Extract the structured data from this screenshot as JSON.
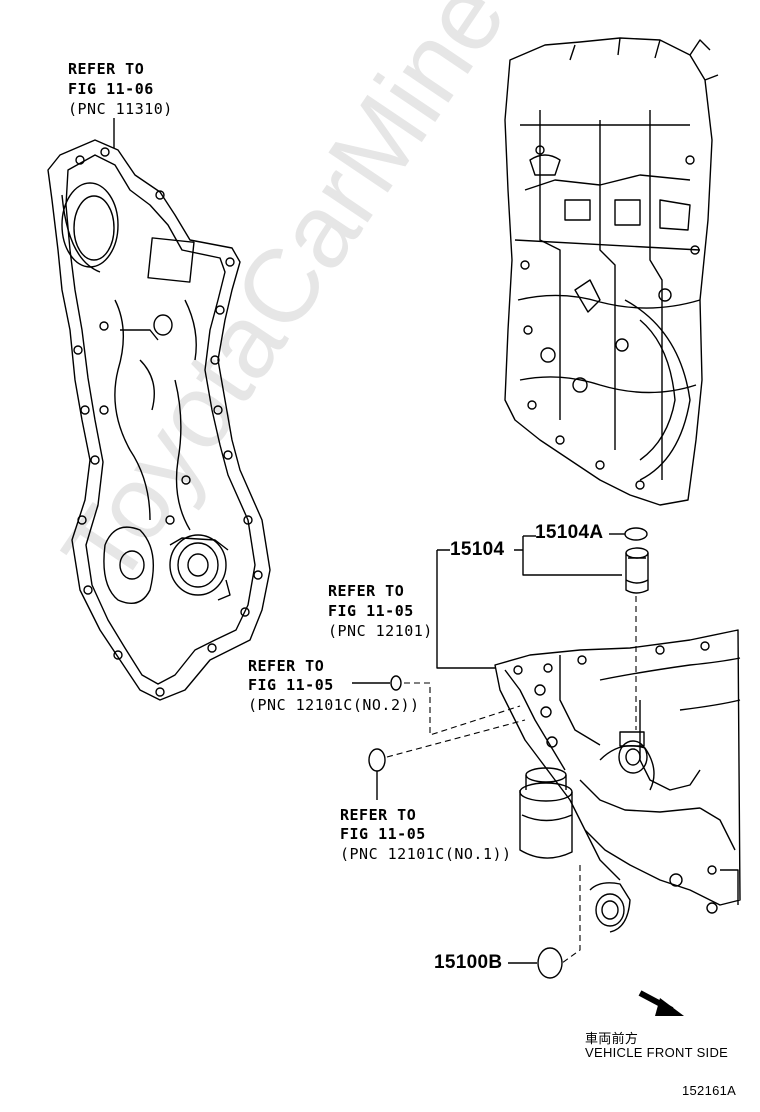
{
  "watermark": "ToyotaCarMine",
  "callouts": {
    "fig1106": {
      "line1": "REFER TO",
      "line2": "FIG 11-06",
      "line3": "(PNC 11310)"
    },
    "fig1105_a": {
      "line1": "REFER TO",
      "line2": "FIG 11-05",
      "line3": "(PNC 12101)"
    },
    "fig1105_b": {
      "line1": "REFER TO",
      "line2": "FIG 11-05",
      "line3": "(PNC 12101C(NO.2))"
    },
    "fig1105_c": {
      "line1": "REFER TO",
      "line2": "FIG 11-05",
      "line3": "(PNC 12101C(NO.1))"
    }
  },
  "parts": {
    "p15104A": "15104A",
    "p15104": "15104",
    "p15100B": "15100B"
  },
  "direction": {
    "japanese": "車両前方",
    "english": "VEHICLE FRONT SIDE"
  },
  "figure_number": "152161A"
}
